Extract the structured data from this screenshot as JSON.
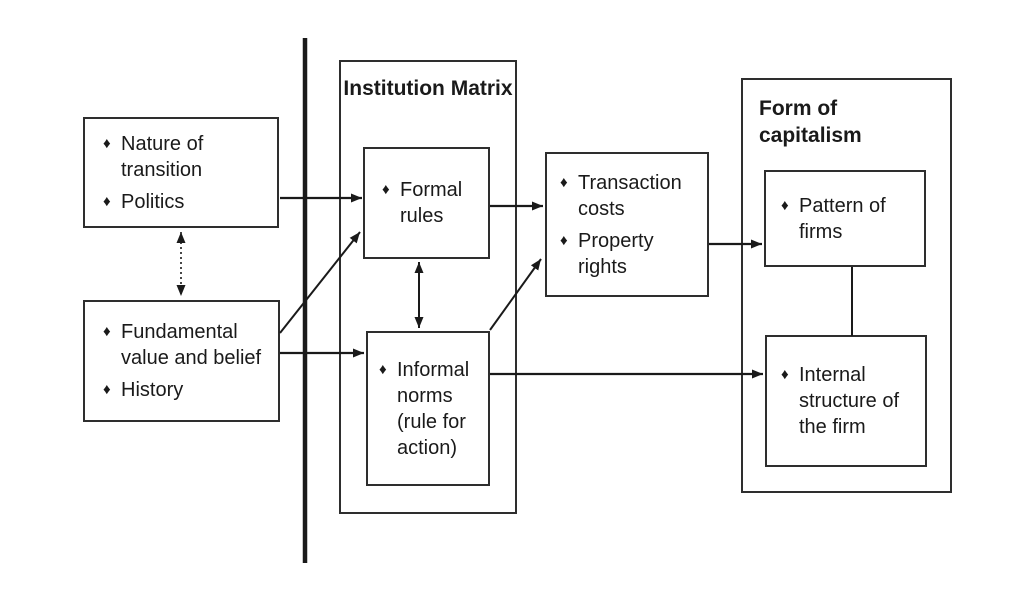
{
  "colors": {
    "ink": "#1a1a1a",
    "border": "#2e2e2e",
    "bg": "#ffffff"
  },
  "bullet": "♦",
  "containers": {
    "institution_matrix": {
      "title": "Institution Matrix"
    },
    "form_of_capitalism": {
      "title": "Form of capitalism"
    }
  },
  "boxes": {
    "nature": {
      "items": [
        "Nature of transition",
        "Politics"
      ]
    },
    "fundamental": {
      "items": [
        "Fundamental value and belief",
        "History"
      ]
    },
    "formal": {
      "items": [
        "Formal rules"
      ]
    },
    "informal": {
      "items": [
        "Informal norms (rule for action)"
      ]
    },
    "transaction": {
      "items": [
        "Transaction costs",
        "Property rights"
      ]
    },
    "pattern": {
      "items": [
        "Pattern of firms"
      ]
    },
    "internal": {
      "items": [
        "Internal structure of the firm"
      ]
    }
  },
  "connectors": [
    {
      "from": "nature-politics-box",
      "to": "fundamental-history-box",
      "style": "dotted-double-arrow"
    },
    {
      "from": "nature-politics-box",
      "to": "formal-rules-box",
      "style": "arrow"
    },
    {
      "from": "fundamental-history-box",
      "to": "informal-norms-box",
      "style": "arrow"
    },
    {
      "from": "fundamental-history-box",
      "to": "formal-rules-box",
      "style": "diagonal-arrow"
    },
    {
      "from": "formal-rules-box",
      "to": "informal-norms-box",
      "style": "double-arrow"
    },
    {
      "from": "formal-rules-box",
      "to": "transaction-property-box",
      "style": "arrow"
    },
    {
      "from": "informal-norms-box",
      "to": "transaction-property-box",
      "style": "diagonal-arrow"
    },
    {
      "from": "transaction-property-box",
      "to": "pattern-of-firms-box",
      "style": "arrow"
    },
    {
      "from": "informal-norms-box",
      "to": "internal-structure-box",
      "style": "arrow"
    },
    {
      "from": "pattern-of-firms-box",
      "to": "internal-structure-box",
      "style": "plain-line"
    },
    {
      "name": "stage-divider",
      "style": "thick-vertical-bar"
    }
  ]
}
